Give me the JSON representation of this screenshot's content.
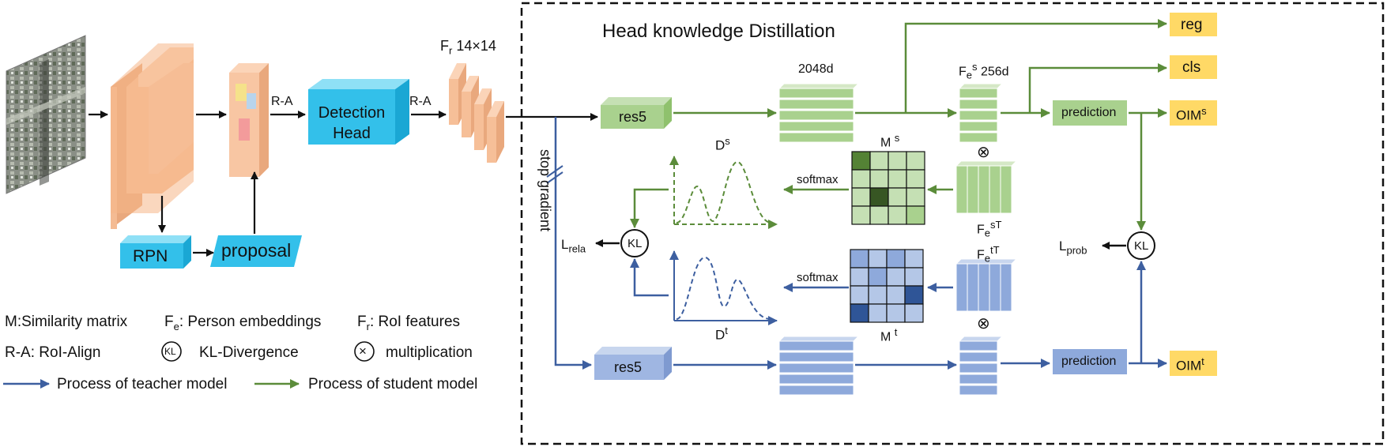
{
  "title": "Head knowledge Distillation",
  "nodes": {
    "rpn": "RPN",
    "proposal": "proposal",
    "detection_head": "Detection\nHead",
    "res5": "res5",
    "prediction": "prediction",
    "kl": "KL"
  },
  "edge_labels": {
    "roi_align": "R-A",
    "stop_gradient": "stop gradient",
    "softmax": "softmax"
  },
  "features": {
    "fr_main": "F",
    "fr_sub": "r",
    "fr_size": "14×14",
    "dim_2048": "2048d",
    "fe_main": "F",
    "fe_sub": "e",
    "fe_s_sup": "s",
    "fe_s_dim": "256d",
    "fe_sT_sup": "sT",
    "fe_tT_sup": "tT"
  },
  "distributions": {
    "d_main": "D",
    "ds_sup": "s",
    "dt_sup": "t",
    "m_main": "M",
    "ms_sup": "s",
    "mt_sup": "t",
    "mult": "⊗"
  },
  "outputs": {
    "reg": "reg",
    "cls": "cls",
    "oim": "OIM",
    "oim_s_sup": "s",
    "oim_t_sup": "t"
  },
  "losses": {
    "l_main": "L",
    "rela_sub": "rela",
    "prob_sub": "prob"
  },
  "legend": {
    "m_def": "M:Similarity matrix",
    "fe_def_a": "F",
    "fe_def_sub": "e",
    "fe_def_b": ": Person embeddings",
    "fr_def_a": "F",
    "fr_def_sub": "r",
    "fr_def_b": ":   RoI  features",
    "ra_def": "R-A:  RoI-Align",
    "kl_symbol": "KL",
    "kl_def": "KL-Divergence",
    "mult_symbol": "×",
    "mult_def": "multiplication",
    "teacher": "Process of teacher model",
    "student": "Process of student model"
  },
  "colors": {
    "green": "#5b8c3a",
    "blue": "#3d5fa0",
    "cyan": "#33c0ea",
    "yellow": "#ffd966",
    "orange": "#f6b98f"
  }
}
